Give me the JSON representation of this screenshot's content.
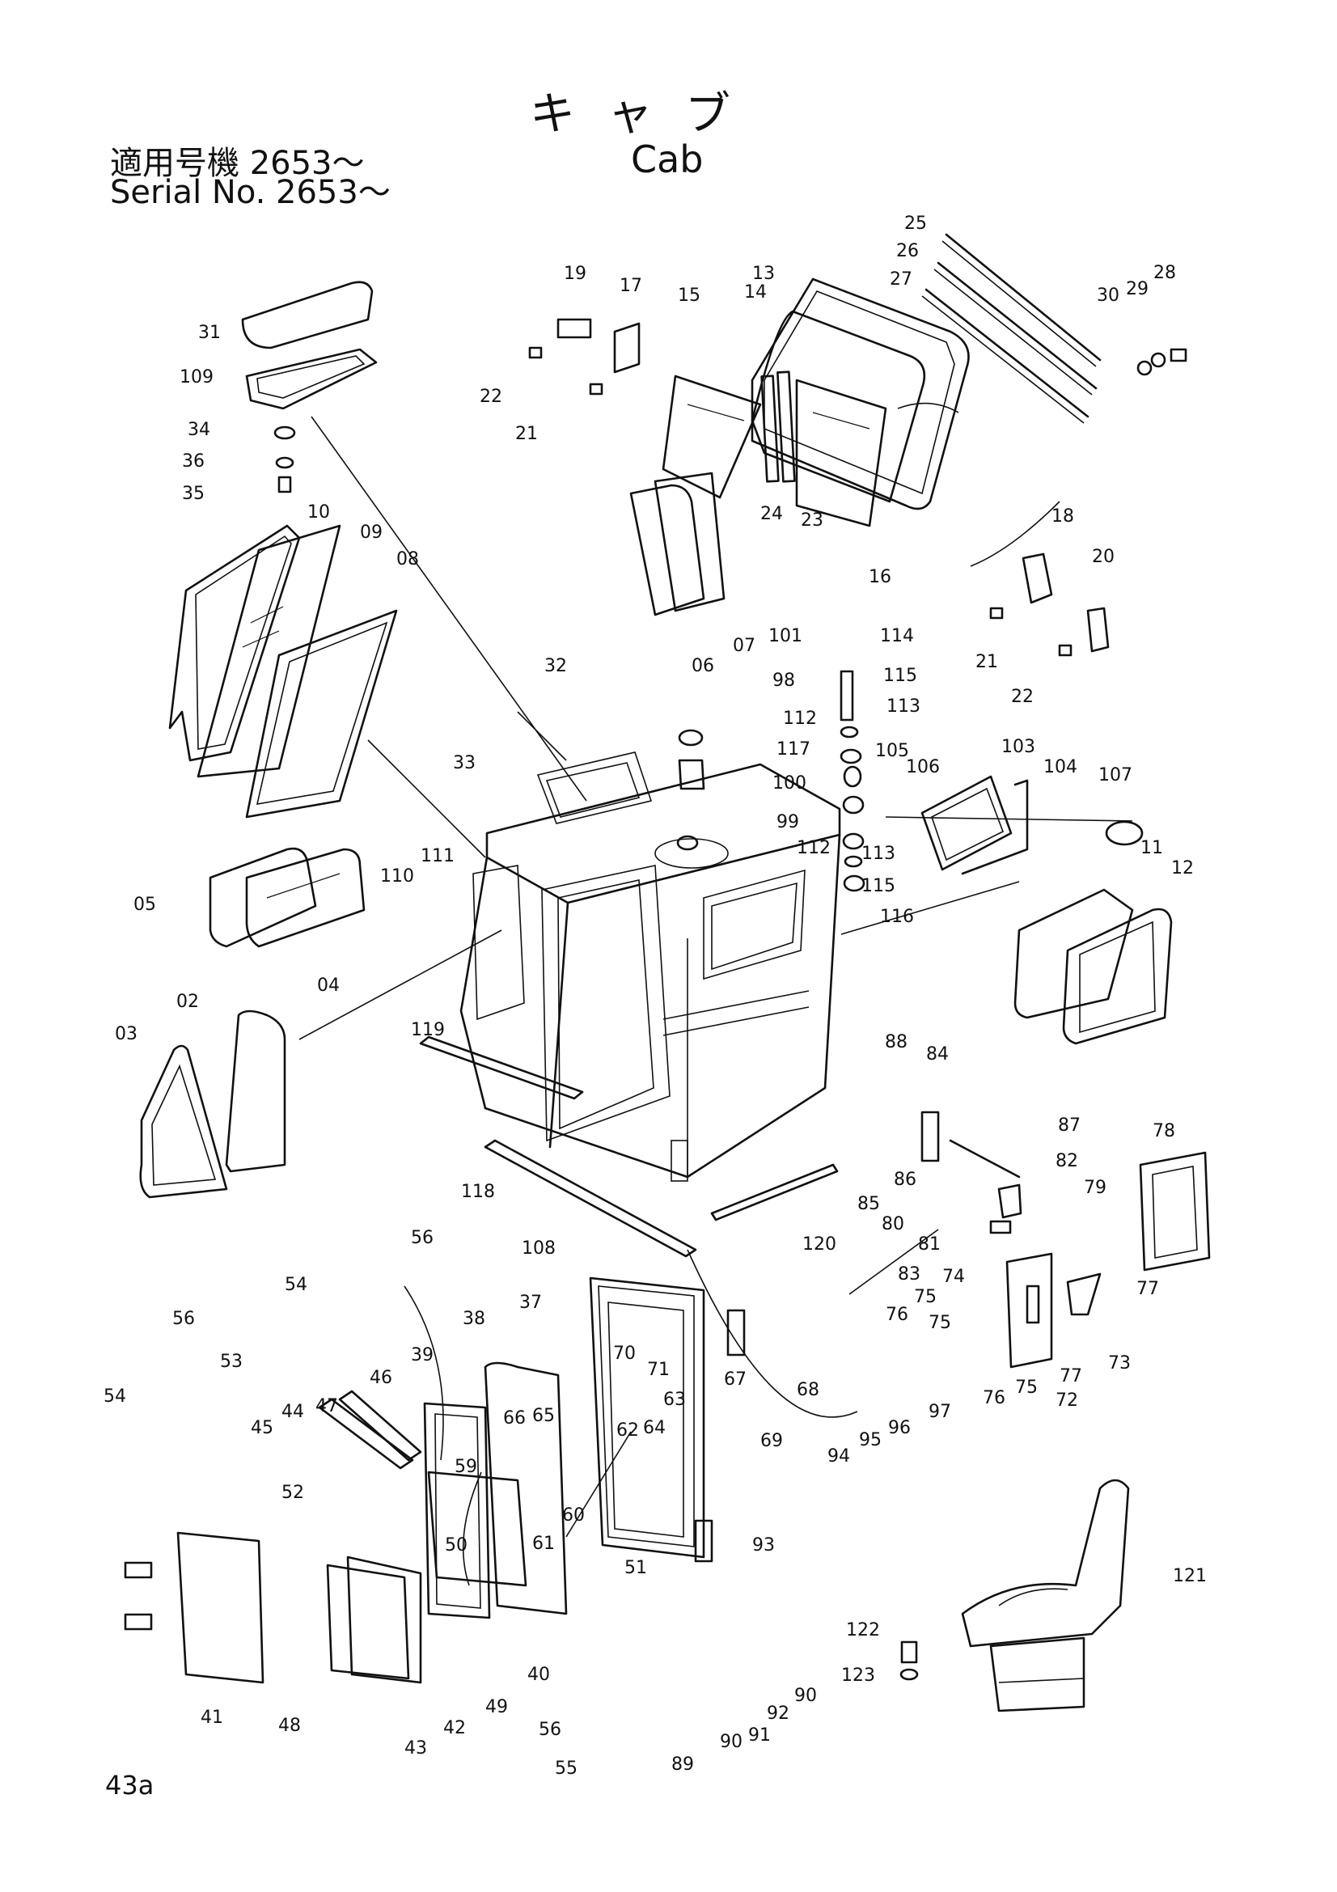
{
  "header": {
    "title_jp": "キャブ",
    "title_en": "Cab",
    "serial_jp": "適用号機  2653～",
    "serial_en": "Serial No.  2653～"
  },
  "page_number": "43a",
  "callouts": [
    {
      "id": "c01",
      "text": "25"
    },
    {
      "id": "c02",
      "text": "26"
    },
    {
      "id": "c03",
      "text": "27"
    },
    {
      "id": "c04",
      "text": "28"
    },
    {
      "id": "c05",
      "text": "29"
    },
    {
      "id": "c06",
      "text": "30"
    },
    {
      "id": "c07",
      "text": "13"
    },
    {
      "id": "c08",
      "text": "14"
    },
    {
      "id": "c09",
      "text": "15"
    },
    {
      "id": "c10",
      "text": "17"
    },
    {
      "id": "c11",
      "text": "19"
    },
    {
      "id": "c12",
      "text": "22"
    },
    {
      "id": "c13",
      "text": "21"
    },
    {
      "id": "c14",
      "text": "24"
    },
    {
      "id": "c15",
      "text": "23"
    },
    {
      "id": "c16",
      "text": "16"
    },
    {
      "id": "c17",
      "text": "18"
    },
    {
      "id": "c18",
      "text": "20"
    },
    {
      "id": "c19",
      "text": "21"
    },
    {
      "id": "c20",
      "text": "22"
    },
    {
      "id": "c21",
      "text": "31"
    },
    {
      "id": "c22",
      "text": "109"
    },
    {
      "id": "c23",
      "text": "34"
    },
    {
      "id": "c24",
      "text": "36"
    },
    {
      "id": "c25",
      "text": "35"
    },
    {
      "id": "c26",
      "text": "10"
    },
    {
      "id": "c27",
      "text": "09"
    },
    {
      "id": "c28",
      "text": "08"
    },
    {
      "id": "c29",
      "text": "06"
    },
    {
      "id": "c30",
      "text": "07"
    },
    {
      "id": "c31",
      "text": "101"
    },
    {
      "id": "c32",
      "text": "98"
    },
    {
      "id": "c33",
      "text": "114"
    },
    {
      "id": "c34",
      "text": "115"
    },
    {
      "id": "c35",
      "text": "113"
    },
    {
      "id": "c36",
      "text": "112"
    },
    {
      "id": "c37",
      "text": "117"
    },
    {
      "id": "c38",
      "text": "100"
    },
    {
      "id": "c39",
      "text": "99"
    },
    {
      "id": "c40",
      "text": "112"
    },
    {
      "id": "c41",
      "text": "113"
    },
    {
      "id": "c42",
      "text": "115"
    },
    {
      "id": "c43",
      "text": "116"
    },
    {
      "id": "c44",
      "text": "105"
    },
    {
      "id": "c45",
      "text": "106"
    },
    {
      "id": "c46",
      "text": "103"
    },
    {
      "id": "c47",
      "text": "104"
    },
    {
      "id": "c48",
      "text": "107"
    },
    {
      "id": "c49",
      "text": "11"
    },
    {
      "id": "c50",
      "text": "12"
    },
    {
      "id": "c51",
      "text": "32"
    },
    {
      "id": "c52",
      "text": "33"
    },
    {
      "id": "c53",
      "text": "111"
    },
    {
      "id": "c54",
      "text": "110"
    },
    {
      "id": "c55",
      "text": "05"
    },
    {
      "id": "c56",
      "text": "04"
    },
    {
      "id": "c57",
      "text": "02"
    },
    {
      "id": "c58",
      "text": "03"
    },
    {
      "id": "c59",
      "text": "119"
    },
    {
      "id": "c60",
      "text": "118"
    },
    {
      "id": "c61",
      "text": "120"
    },
    {
      "id": "c62",
      "text": "88"
    },
    {
      "id": "c63",
      "text": "84"
    },
    {
      "id": "c64",
      "text": "87"
    },
    {
      "id": "c65",
      "text": "78"
    },
    {
      "id": "c66",
      "text": "86"
    },
    {
      "id": "c67",
      "text": "85"
    },
    {
      "id": "c68",
      "text": "82"
    },
    {
      "id": "c69",
      "text": "79"
    },
    {
      "id": "c70",
      "text": "80"
    },
    {
      "id": "c71",
      "text": "81"
    },
    {
      "id": "c72",
      "text": "83"
    },
    {
      "id": "c73",
      "text": "74"
    },
    {
      "id": "c74",
      "text": "75"
    },
    {
      "id": "c75",
      "text": "77"
    },
    {
      "id": "c76",
      "text": "76"
    },
    {
      "id": "c77",
      "text": "75"
    },
    {
      "id": "c78",
      "text": "73"
    },
    {
      "id": "c79",
      "text": "77"
    },
    {
      "id": "c80",
      "text": "72"
    },
    {
      "id": "c81",
      "text": "75"
    },
    {
      "id": "c82",
      "text": "76"
    },
    {
      "id": "c83",
      "text": "56"
    },
    {
      "id": "c84",
      "text": "54"
    },
    {
      "id": "c85",
      "text": "108"
    },
    {
      "id": "c86",
      "text": "37"
    },
    {
      "id": "c87",
      "text": "38"
    },
    {
      "id": "c88",
      "text": "70"
    },
    {
      "id": "c89",
      "text": "71"
    },
    {
      "id": "c90",
      "text": "67"
    },
    {
      "id": "c91",
      "text": "68"
    },
    {
      "id": "c92",
      "text": "69"
    },
    {
      "id": "c93",
      "text": "63"
    },
    {
      "id": "c94",
      "text": "62"
    },
    {
      "id": "c95",
      "text": "64"
    },
    {
      "id": "c96",
      "text": "56"
    },
    {
      "id": "c97",
      "text": "53"
    },
    {
      "id": "c98",
      "text": "54"
    },
    {
      "id": "c99",
      "text": "39"
    },
    {
      "id": "c100",
      "text": "46"
    },
    {
      "id": "c101",
      "text": "44"
    },
    {
      "id": "c102",
      "text": "47"
    },
    {
      "id": "c103",
      "text": "45"
    },
    {
      "id": "c104",
      "text": "66"
    },
    {
      "id": "c105",
      "text": "65"
    },
    {
      "id": "c106",
      "text": "59"
    },
    {
      "id": "c107",
      "text": "60"
    },
    {
      "id": "c108",
      "text": "61"
    },
    {
      "id": "c109",
      "text": "50"
    },
    {
      "id": "c110",
      "text": "52"
    },
    {
      "id": "c111",
      "text": "51"
    },
    {
      "id": "c112",
      "text": "94"
    },
    {
      "id": "c113",
      "text": "95"
    },
    {
      "id": "c114",
      "text": "96"
    },
    {
      "id": "c115",
      "text": "97"
    },
    {
      "id": "c116",
      "text": "93"
    },
    {
      "id": "c117",
      "text": "121"
    },
    {
      "id": "c118",
      "text": "122"
    },
    {
      "id": "c119",
      "text": "123"
    },
    {
      "id": "c120",
      "text": "41"
    },
    {
      "id": "c121",
      "text": "48"
    },
    {
      "id": "c122",
      "text": "43"
    },
    {
      "id": "c123",
      "text": "42"
    },
    {
      "id": "c124",
      "text": "49"
    },
    {
      "id": "c125",
      "text": "40"
    },
    {
      "id": "c126",
      "text": "56"
    },
    {
      "id": "c127",
      "text": "55"
    },
    {
      "id": "c128",
      "text": "89"
    },
    {
      "id": "c129",
      "text": "90"
    },
    {
      "id": "c130",
      "text": "91"
    },
    {
      "id": "c131",
      "text": "92"
    },
    {
      "id": "c132",
      "text": "90"
    }
  ]
}
